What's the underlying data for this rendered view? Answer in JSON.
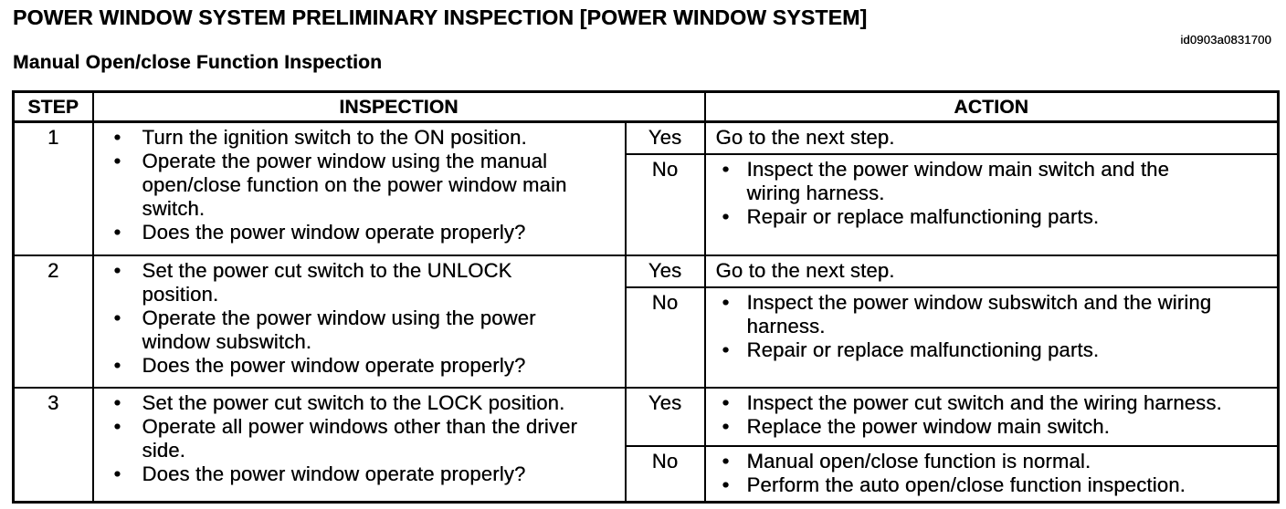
{
  "page": {
    "title": "POWER WINDOW SYSTEM PRELIMINARY INSPECTION [POWER WINDOW SYSTEM]",
    "doc_id": "id0903a0831700",
    "subtitle": "Manual Open/close Function Inspection",
    "colors": {
      "text": "#000000",
      "background": "#ffffff"
    }
  },
  "table": {
    "headers": {
      "step": "STEP",
      "inspection": "INSPECTION",
      "action": "ACTION"
    },
    "steps": [
      {
        "num": "1",
        "inspection": [
          "Turn the ignition switch to the ON position.",
          "Operate the power window using the manual open/close function on the power window main switch.",
          "Does the power window operate properly?"
        ],
        "yes_label": "Yes",
        "yes_actions": [
          "Go to the next step."
        ],
        "no_label": "No",
        "no_actions": [
          "Inspect the power window main switch and the wiring harness.",
          "Repair or replace malfunctioning parts."
        ]
      },
      {
        "num": "2",
        "inspection": [
          "Set the power cut switch to the UNLOCK position.",
          "Operate the power window using the power window subswitch.",
          "Does the power window operate properly?"
        ],
        "yes_label": "Yes",
        "yes_actions": [
          "Go to the next step."
        ],
        "no_label": "No",
        "no_actions": [
          "Inspect the power window subswitch and the wiring harness.",
          "Repair or replace malfunctioning parts."
        ]
      },
      {
        "num": "3",
        "inspection": [
          "Set the power cut switch to the LOCK position.",
          "Operate all power windows other than the driver side.",
          "Does the power window operate properly?"
        ],
        "yes_label": "Yes",
        "yes_actions": [
          "Inspect the power cut switch and the wiring harness.",
          "Replace the power window main switch."
        ],
        "no_label": "No",
        "no_actions": [
          "Manual open/close function is normal.",
          "Perform the auto open/close function inspection."
        ]
      }
    ]
  }
}
